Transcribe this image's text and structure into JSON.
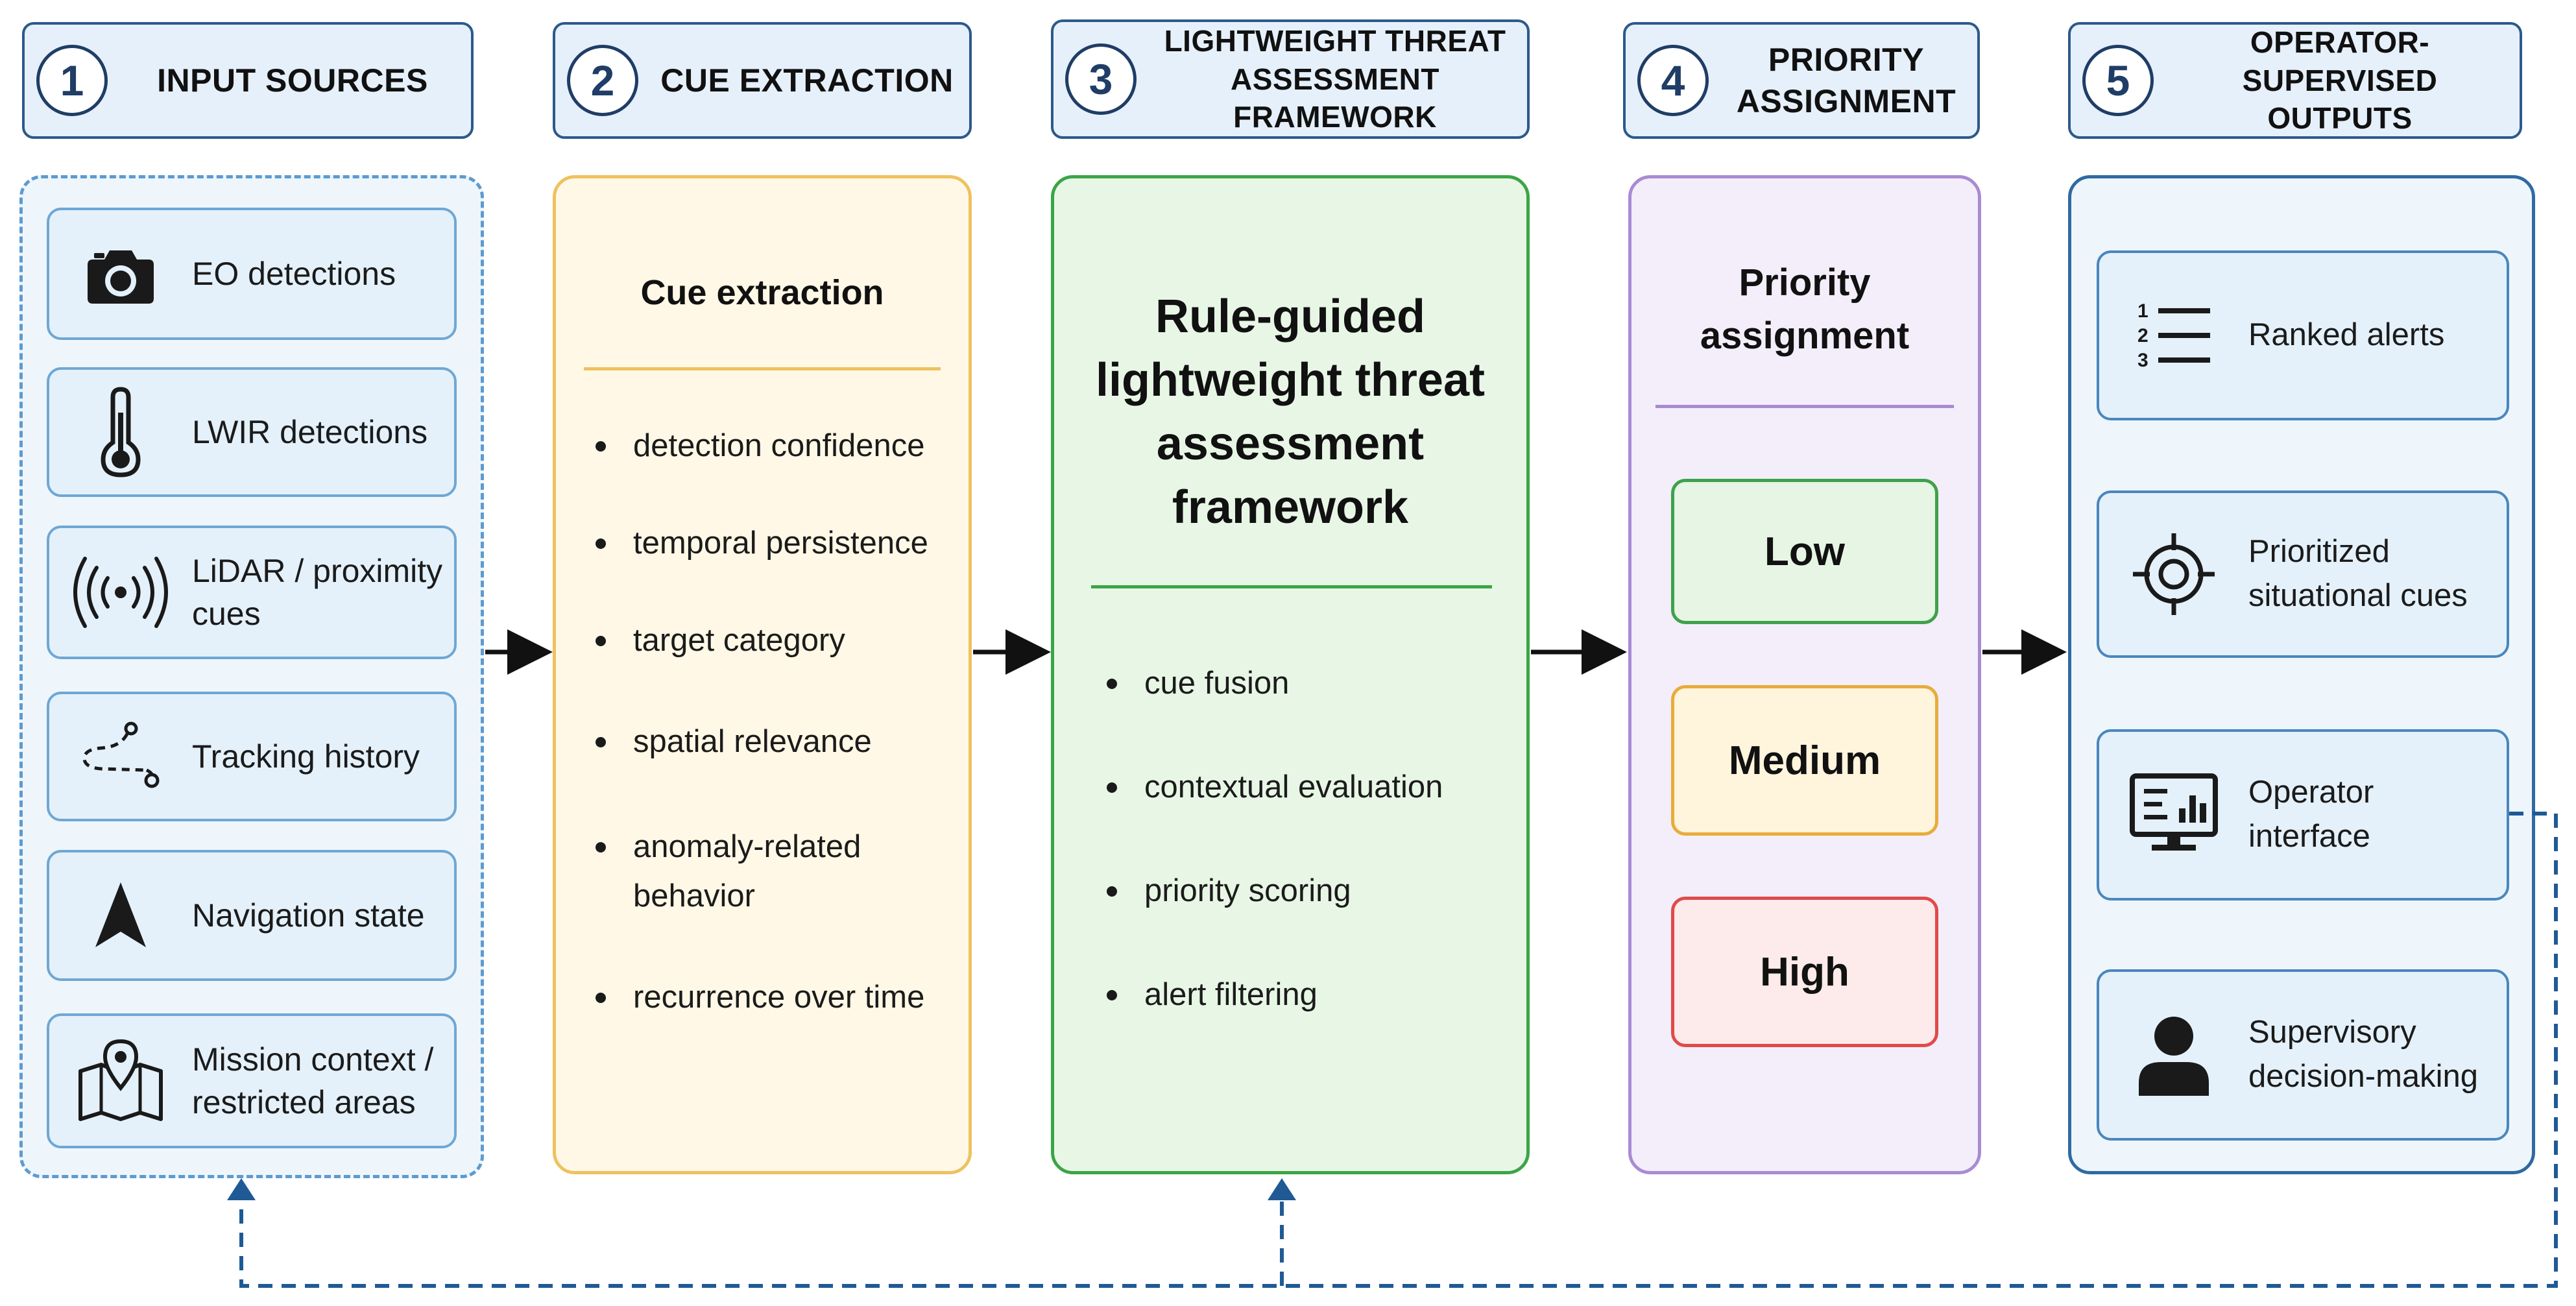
{
  "steps": [
    {
      "number": "1",
      "title": "INPUT SOURCES"
    },
    {
      "number": "2",
      "title": "CUE EXTRACTION"
    },
    {
      "number": "3",
      "title": "LIGHTWEIGHT THREAT ASSESSMENT FRAMEWORK"
    },
    {
      "number": "4",
      "title": "PRIORITY ASSIGNMENT"
    },
    {
      "number": "5",
      "title": "OPERATOR-SUPERVISED OUTPUTS"
    }
  ],
  "inputs": [
    {
      "label": "EO detections",
      "icon": "camera-icon"
    },
    {
      "label": "LWIR detections",
      "icon": "thermometer-icon"
    },
    {
      "label": "LiDAR / proximity cues",
      "icon": "signal-icon"
    },
    {
      "label": "Tracking history",
      "icon": "track-path-icon"
    },
    {
      "label": "Navigation state",
      "icon": "navigation-arrow-icon"
    },
    {
      "label": "Mission context / restricted areas",
      "icon": "map-pin-icon"
    }
  ],
  "cue_extraction": {
    "heading": "Cue extraction",
    "items": [
      "detection confidence",
      "temporal persistence",
      "target category",
      "spatial relevance",
      "anomaly-related behavior",
      "recurrence over time"
    ]
  },
  "framework": {
    "heading": "Rule-guided lightweight threat assessment framework",
    "items": [
      "cue fusion",
      "contextual evaluation",
      "priority scoring",
      "alert filtering"
    ]
  },
  "priority": {
    "heading": "Priority assignment",
    "levels": [
      "Low",
      "Medium",
      "High"
    ]
  },
  "outputs": [
    {
      "label": "Ranked alerts",
      "icon": "ranked-list-icon"
    },
    {
      "label": "Prioritized situational cues",
      "icon": "crosshair-icon"
    },
    {
      "label": "Operator interface",
      "icon": "monitor-icon"
    },
    {
      "label": "Supervisory decision-making",
      "icon": "person-icon"
    }
  ],
  "colors": {
    "header_fill": "#e6f0fb",
    "input_border": "#5d9bd0",
    "cue_border": "#eec25f",
    "framework_border": "#3aa546",
    "priority_border": "#a98bd3",
    "output_border": "#2f6aa2",
    "feedback_line": "#1f5a95",
    "low": "#3fa14a",
    "medium": "#e8ac3b",
    "high": "#e04a4a"
  }
}
